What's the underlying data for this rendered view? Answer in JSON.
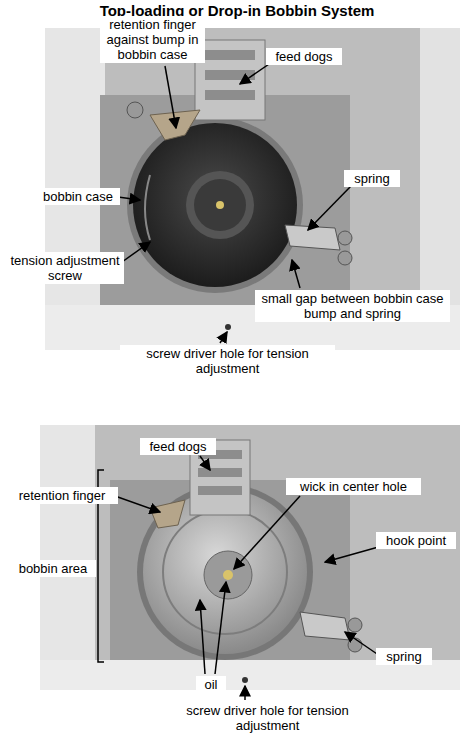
{
  "diagram": {
    "title": "Top-loading or Drop-in Bobbin System",
    "labels": [
      "retention finger against bump in bobbin case",
      "feed dogs",
      "bobbin case",
      "spring",
      "tension adjustment screw",
      "small gap between bobbin case bump and spring",
      "screw driver hole for tension adjustment",
      "feed dogs",
      "retention finger",
      "wick in center hole",
      "bobbin area",
      "hook point",
      "oil",
      "spring",
      "screw driver hole for tension adjustment"
    ]
  }
}
